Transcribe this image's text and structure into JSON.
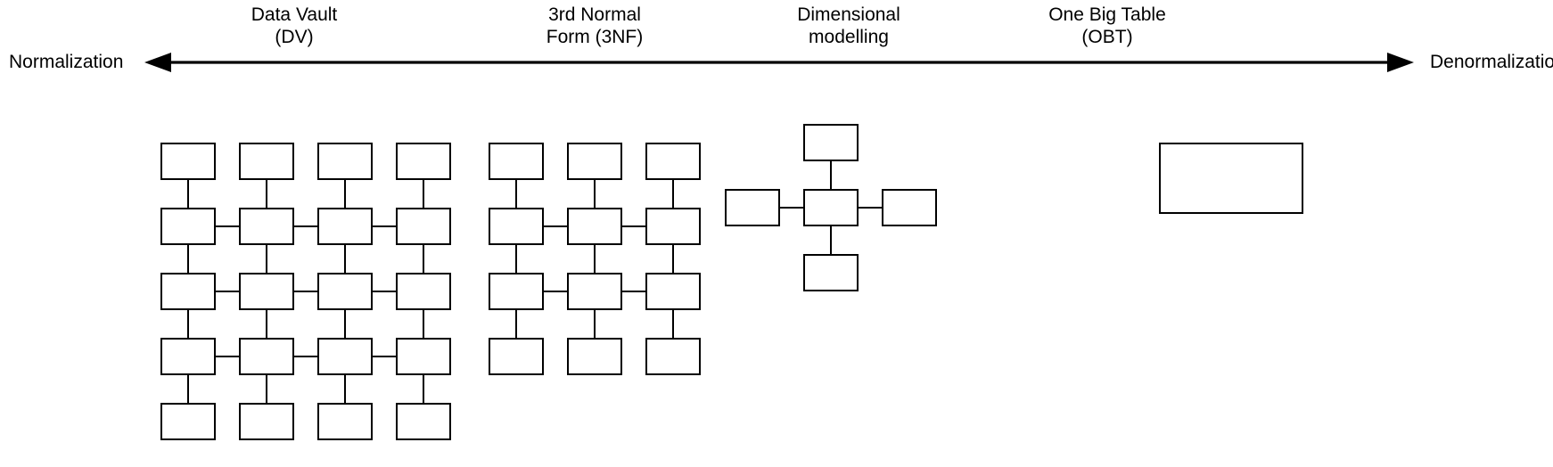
{
  "axis": {
    "left_label": "Normalization",
    "right_label": "Denormalization",
    "arrow_type": "double-headed-horizontal-arrow",
    "direction_note": "left = more normalized, right = more denormalized"
  },
  "columns": [
    {
      "id": "data-vault",
      "line1": "Data Vault",
      "line2": "(DV)"
    },
    {
      "id": "third-normal-form",
      "line1": "3rd Normal",
      "line2": "Form (3NF)"
    },
    {
      "id": "dimensional-modelling",
      "line1": "Dimensional",
      "line2": "modelling"
    },
    {
      "id": "one-big-table",
      "line1": "One Big Table",
      "line2": "(OBT)"
    }
  ],
  "diagrams": {
    "data_vault": {
      "name": "data-vault-diagram",
      "shape": "grid",
      "columns": 4,
      "rows": 5,
      "box_count": 20,
      "description": "Dense 4x5 lattice of small tables connected vertically and horizontally"
    },
    "third_normal_form": {
      "name": "third-normal-form-diagram",
      "shape": "grid",
      "columns": 3,
      "rows": 4,
      "box_count": 12,
      "description": "3x4 lattice of small tables, fewer than Data Vault"
    },
    "dimensional_modelling": {
      "name": "dimensional-modelling-diagram",
      "shape": "star",
      "box_count": 5,
      "center": "fact-table",
      "satellites": [
        "dimension-top",
        "dimension-left",
        "dimension-right",
        "dimension-bottom"
      ],
      "description": "Star schema: one central fact table with four dimension tables"
    },
    "one_big_table": {
      "name": "one-big-table-diagram",
      "shape": "single-rectangle",
      "box_count": 1,
      "description": "One wide flat table, fully denormalized"
    }
  },
  "colors": {
    "stroke": "#000000",
    "background": "#ffffff"
  }
}
